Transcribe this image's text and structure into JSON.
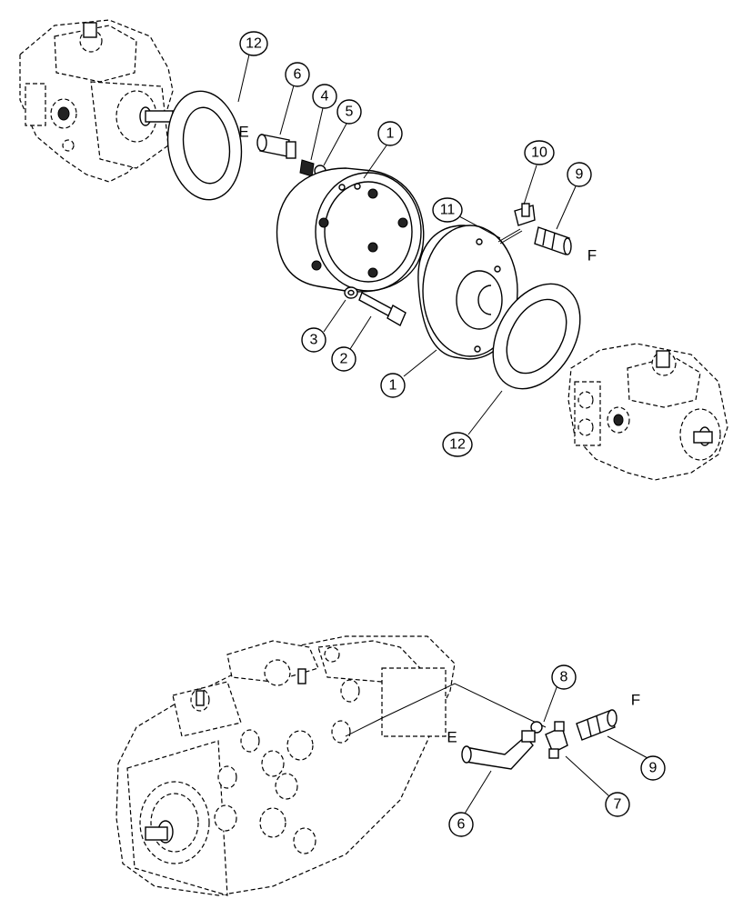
{
  "callouts": [
    {
      "id": "c12a",
      "label": "12"
    },
    {
      "id": "c6a",
      "label": "6"
    },
    {
      "id": "c4",
      "label": "4"
    },
    {
      "id": "c5",
      "label": "5"
    },
    {
      "id": "c1a",
      "label": "1"
    },
    {
      "id": "c10",
      "label": "10"
    },
    {
      "id": "c9a",
      "label": "9"
    },
    {
      "id": "c11",
      "label": "11"
    },
    {
      "id": "c3",
      "label": "3"
    },
    {
      "id": "c2",
      "label": "2"
    },
    {
      "id": "c1b",
      "label": "1"
    },
    {
      "id": "c12b",
      "label": "12"
    },
    {
      "id": "c8",
      "label": "8"
    },
    {
      "id": "c9b",
      "label": "9"
    },
    {
      "id": "c7",
      "label": "7"
    },
    {
      "id": "c6b",
      "label": "6"
    }
  ],
  "letters": {
    "e_top": "E",
    "f_top": "F",
    "e_bottom": "E",
    "f_bottom": "F"
  }
}
